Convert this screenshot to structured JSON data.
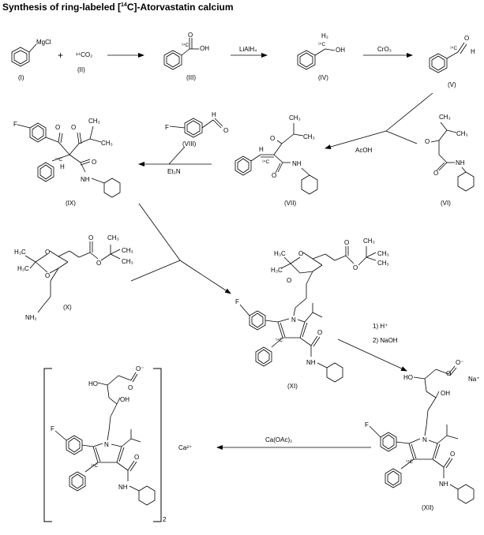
{
  "title": {
    "pre": "Synthesis of ring-labeled [",
    "sup": "14",
    "post": "C]-Atorvastatin calcium"
  },
  "compounds": {
    "I": "(I)",
    "II": "(II)",
    "III": "(III)",
    "IV": "(IV)",
    "V": "(V)",
    "VI": "(VI)",
    "VII": "(VII)",
    "VIII": "(VIII)",
    "IX": "(IX)",
    "X": "(X)",
    "XI": "(XI)",
    "XII": "(XII)"
  },
  "reagents": {
    "plus": "+",
    "co2": "¹⁴CO₂",
    "lialh4": "LiAlH₄",
    "cro3": "CrO₃",
    "acoh": "AcOH",
    "et3n": "Et₃N",
    "step1": "1) H⁺",
    "step2": "2) NaOH",
    "caoac": "Ca(OAc)₂"
  },
  "atoms": {
    "mgcl": "MgCl",
    "oh": "OH",
    "o": "O",
    "h": "H",
    "h2": "H₂",
    "c14": "¹⁴C",
    "f": "F",
    "nh": "NH",
    "n": "N",
    "nh2": "NH₂",
    "ch3": "CH₃",
    "h3c": "H₃C",
    "o_minus": "O⁻",
    "na": "Na⁺",
    "ho": "HO",
    "ca": "Ca²⁺",
    "sub2": "2"
  }
}
